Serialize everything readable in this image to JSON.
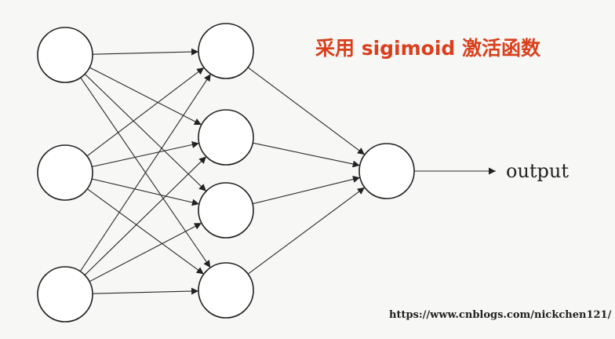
{
  "title": "采用 sigimoid 激活函数",
  "output_label": "output",
  "watermark": "https://www.cnblogs.com/nickchen121/",
  "colors": {
    "title": "#d8401e",
    "stroke": "#222222",
    "node_fill": "#ffffff",
    "background": "#f7f7f5",
    "text": "#222222"
  },
  "network": {
    "layers": [
      3,
      4,
      1
    ],
    "connectivity": "fully-connected"
  }
}
